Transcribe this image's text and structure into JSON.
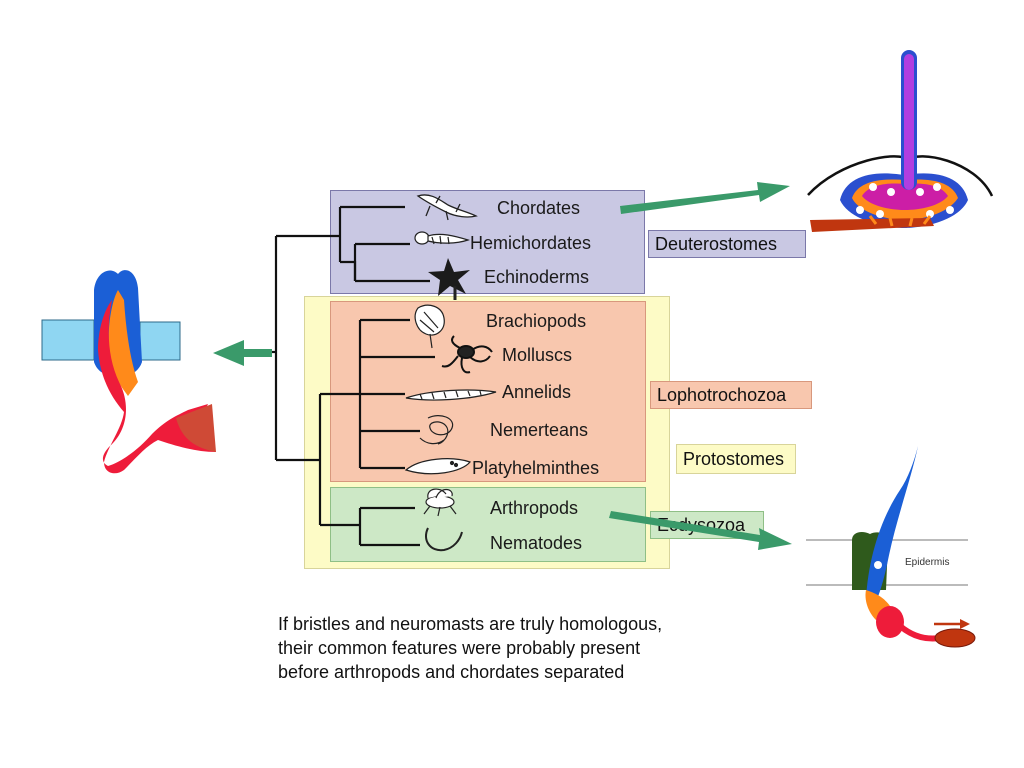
{
  "taxa": {
    "chordates": "Chordates",
    "hemichordates": "Hemichordates",
    "echinoderms": "Echinoderms",
    "brachiopods": "Brachiopods",
    "molluscs": "Molluscs",
    "annelids": "Annelids",
    "nemerteans": "Nemerteans",
    "platyhelminthes": "Platyhelminthes",
    "arthropods": "Arthropods",
    "nematodes": "Nematodes"
  },
  "groups": {
    "deuterostomes": "Deuterostomes",
    "lophotrochozoa": "Lophotrochozoa",
    "protostomes": "Protostomes",
    "ecdysozoa": "Ecdysozoa"
  },
  "illustrations": {
    "epidermis_label": "Epidermis"
  },
  "caption": {
    "line1": "If bristles and neuromasts are truly homologous,",
    "line2": "their common features were probably present",
    "line3": "before arthropods and chordates separated"
  },
  "colors": {
    "arrow": "#3a9a6a",
    "deuterostome_box": "#c9c8e3",
    "protostome_box": "#fdfbc6",
    "lophotrochozoa_box": "#f8c7ae",
    "ecdysozoa_box": "#cde8c6"
  },
  "icons": [
    "lizard-icon",
    "acorn-worm-icon",
    "starfish-icon",
    "brachiopod-icon",
    "octopus-icon",
    "annelid-worm-icon",
    "nemertean-icon",
    "flatworm-icon",
    "fly-icon",
    "nematode-icon"
  ]
}
